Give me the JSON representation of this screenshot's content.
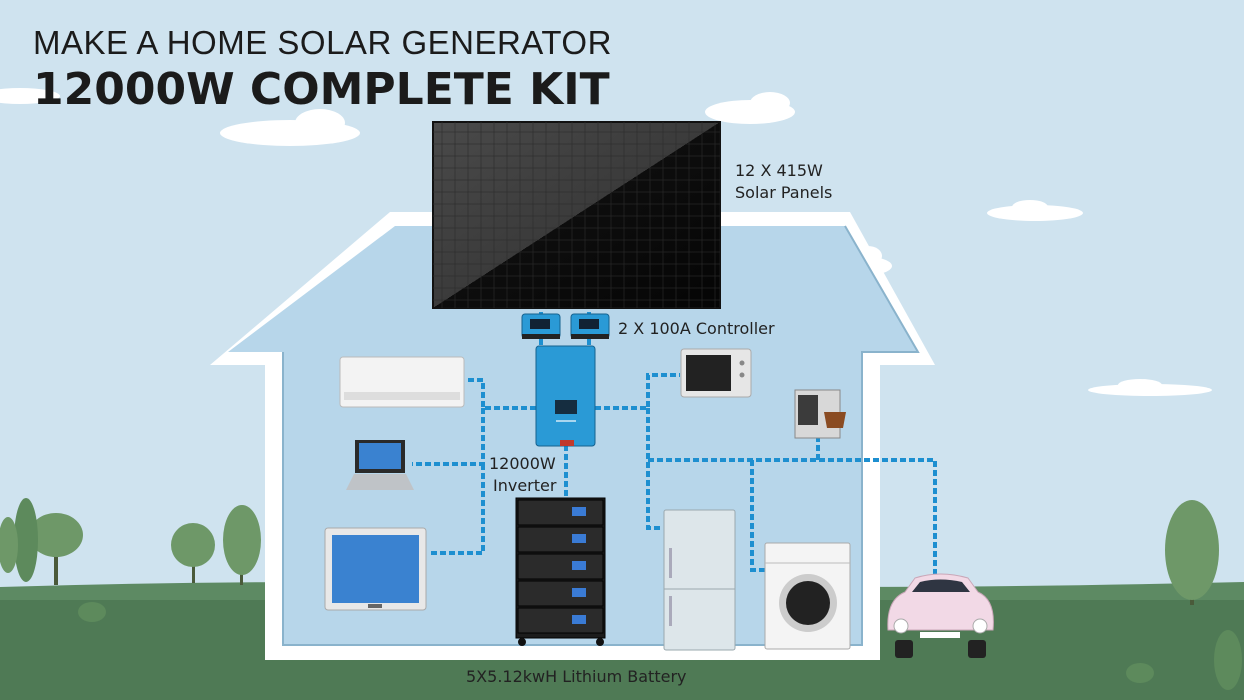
{
  "header": {
    "line1": "MAKE A HOME SOLAR GENERATOR",
    "line2": "12000W COMPLETE KIT"
  },
  "labels": {
    "solar_panels_line1": "12 X 415W",
    "solar_panels_line2": "Solar Panels",
    "controller": "2 X 100A Controller",
    "inverter_line1": "12000W",
    "inverter_line2": "Inverter",
    "battery": "5X5.12kwH Lithium Battery"
  },
  "colors": {
    "sky": "#cfe3ef",
    "house_interior": "#b7d6ea",
    "house_outline": "#ffffff",
    "ground": "#4f7a55",
    "wire": "#1d8fd0",
    "inverter": "#2a9ad6",
    "panel": "#1a1a1a"
  },
  "devices": [
    "air-conditioner",
    "laptop",
    "monitor",
    "microwave",
    "coffee-machine",
    "refrigerator",
    "washing-machine",
    "electric-car"
  ]
}
